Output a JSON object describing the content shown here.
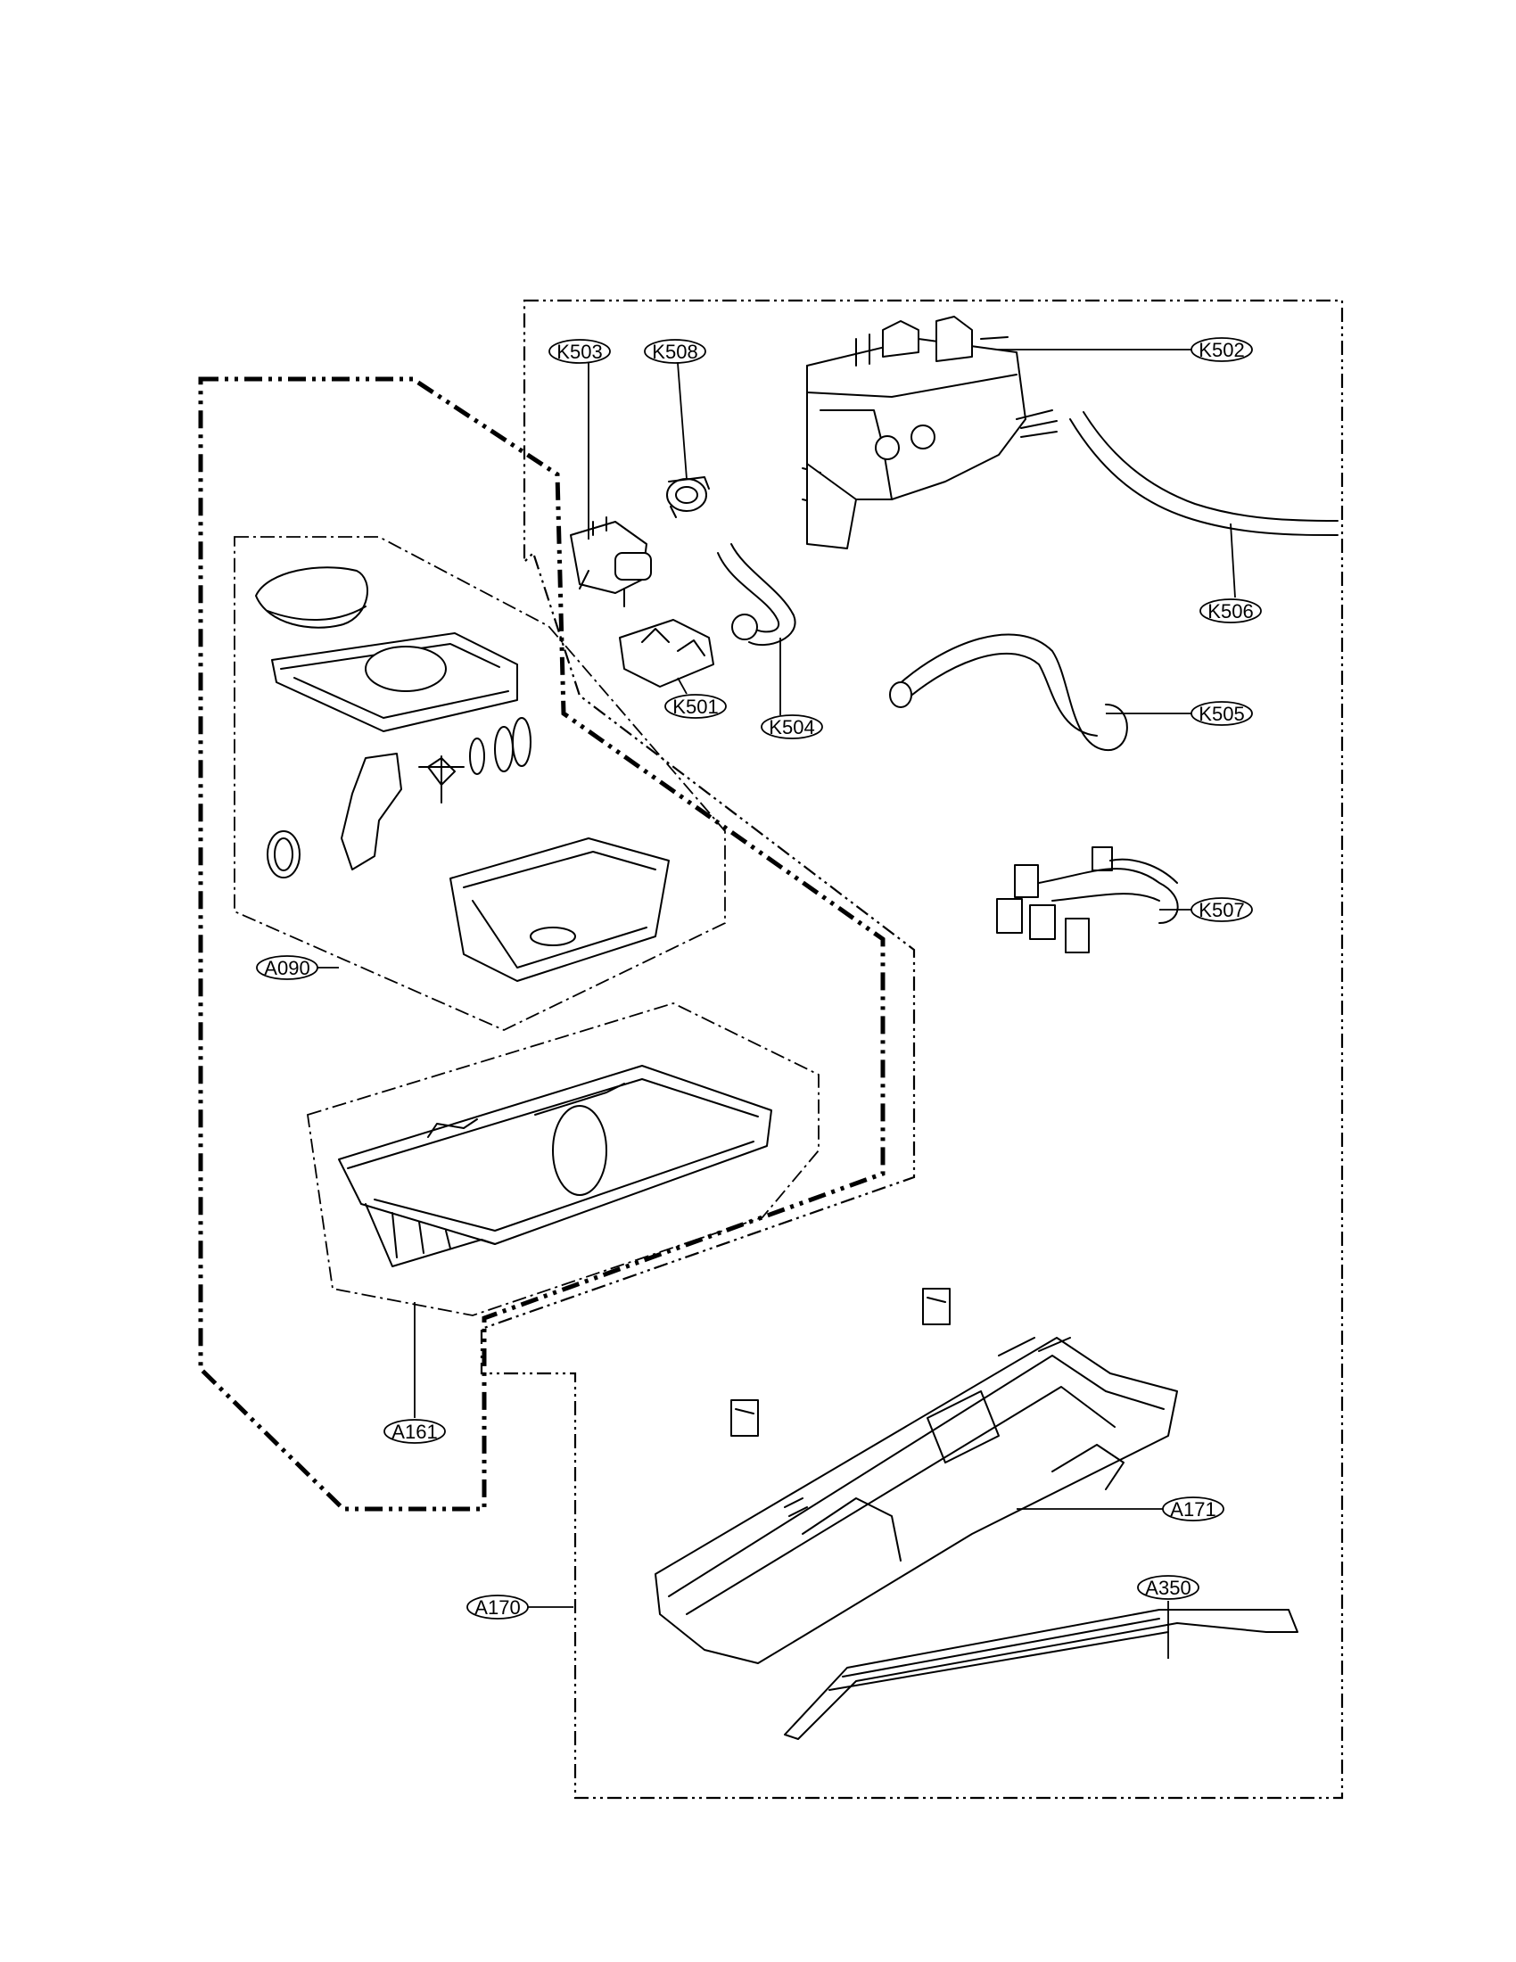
{
  "diagram": {
    "callouts": {
      "K503": "K503",
      "K508": "K508",
      "K502": "K502",
      "K506": "K506",
      "K501": "K501",
      "K504": "K504",
      "K505": "K505",
      "K507": "K507",
      "A090": "A090",
      "A161": "A161",
      "A171": "A171",
      "A350": "A350",
      "A170": "A170"
    }
  }
}
